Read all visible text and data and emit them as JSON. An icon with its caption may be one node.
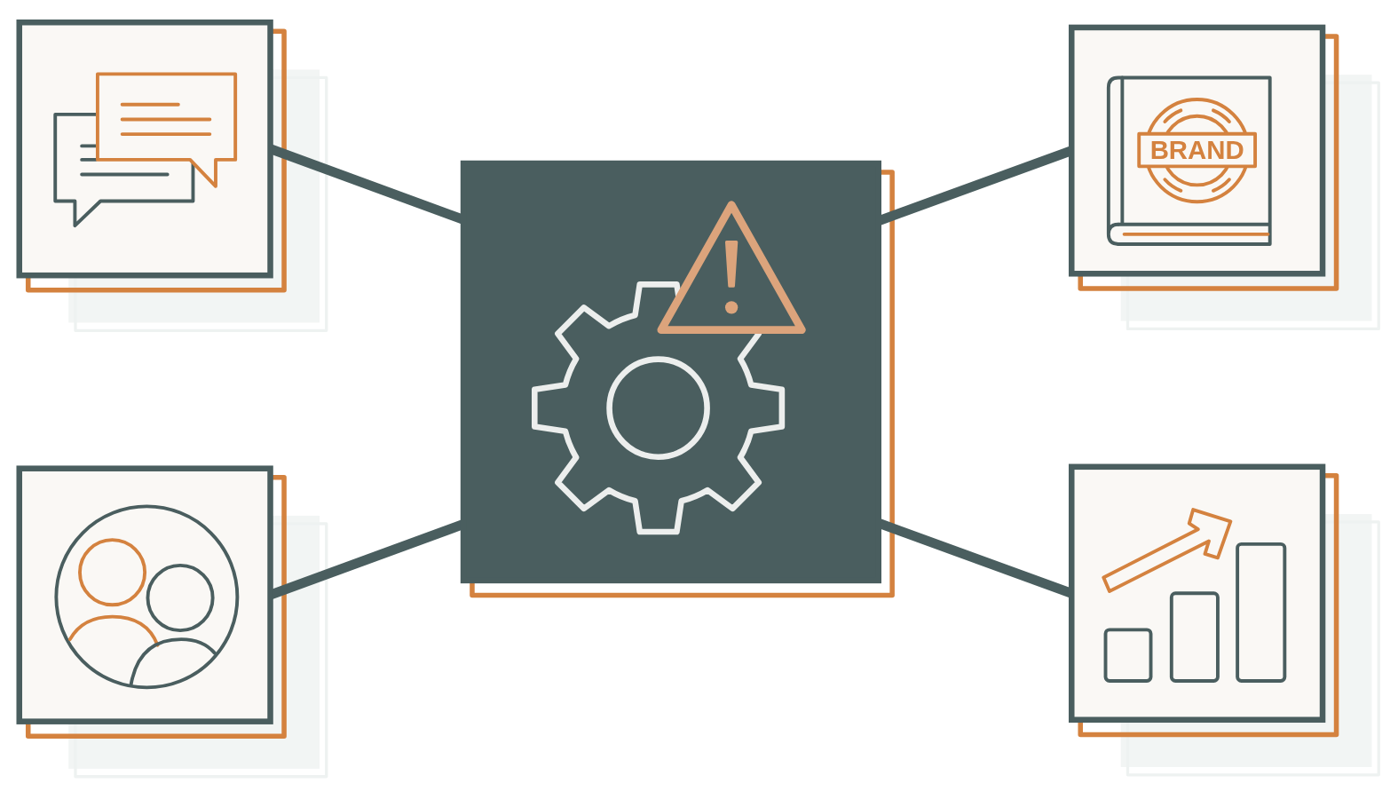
{
  "diagram": {
    "nodes": [
      {
        "text": [],
        "shape": "picture"
      },
      {
        "text": [
          "BRAND"
        ]
      },
      {
        "text": [],
        "shape": "picture"
      },
      {
        "text": [],
        "shape": "picture"
      },
      {
        "text": [],
        "shape": "picture"
      }
    ],
    "edges": [
      {
        "from": 0,
        "to": 2,
        "arrow": "none"
      },
      {
        "from": 2,
        "to": 1,
        "arrow": "none"
      },
      {
        "from": 3,
        "to": 2,
        "arrow": "none"
      },
      {
        "from": 2,
        "to": 4,
        "arrow": "none"
      }
    ]
  }
}
